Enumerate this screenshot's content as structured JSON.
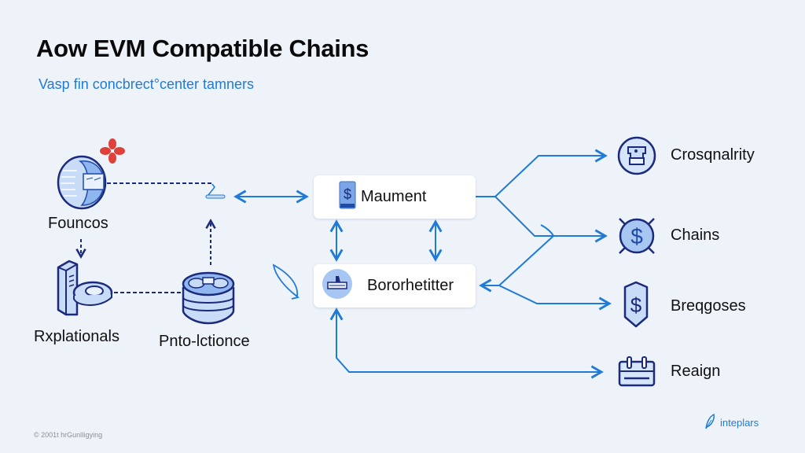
{
  "header": {
    "title": "Aow EVM Compatible Chains",
    "subtitle": "Vasp fin concbrect°center tamners"
  },
  "left_nodes": [
    {
      "label": "Founcos",
      "icon": "globe-document-icon",
      "badge_icon": "red-clover-icon"
    },
    {
      "label": "Rxplationals",
      "icon": "server-disk-icon"
    },
    {
      "label": "Pnto-lctionce",
      "icon": "database-stack-icon"
    }
  ],
  "center_nodes": [
    {
      "label": "Maument",
      "icon": "dollar-card-icon"
    },
    {
      "label": "Bororhetitter",
      "icon": "machine-circle-icon"
    }
  ],
  "right_nodes": [
    {
      "label": "Crosqnalrity",
      "icon": "robot-circle-icon"
    },
    {
      "label": "Chains",
      "icon": "dollar-coin-icon"
    },
    {
      "label": "Breqgoses",
      "icon": "dollar-shield-icon"
    },
    {
      "label": "Reaign",
      "icon": "calendar-icon"
    }
  ],
  "colors": {
    "accent": "#1f7ad8",
    "dark_stroke": "#1b2a7a",
    "icon_fill": "#c9dcf7",
    "badge": "#e0403a",
    "background": "#eef3fa"
  },
  "footer": {
    "copyright": "© 2001t hrGunlIigying",
    "brand": "inteplars"
  }
}
